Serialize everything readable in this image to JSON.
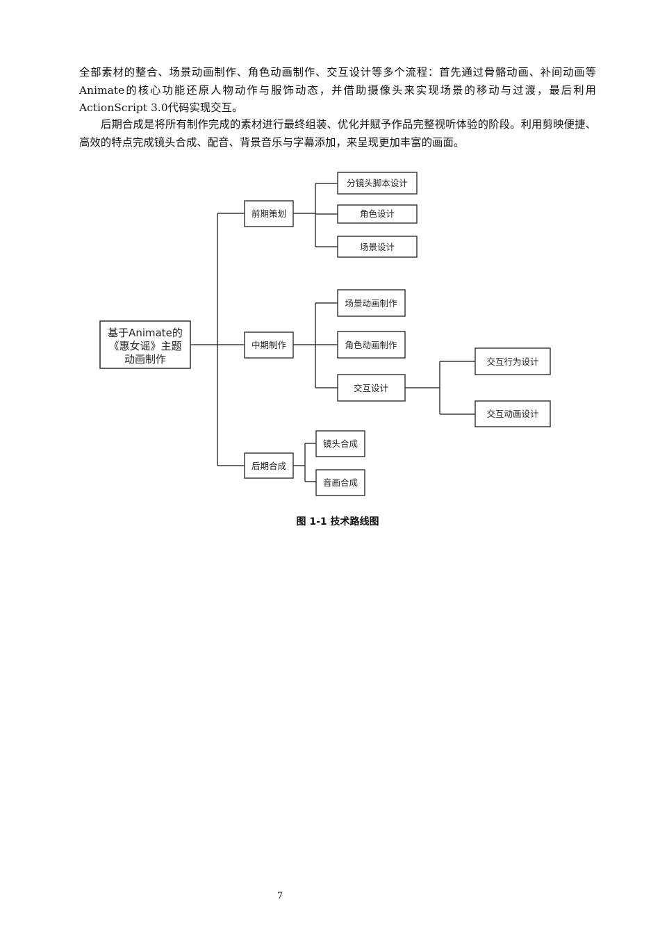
{
  "paragraphs": [
    "全部素材的整合、场景动画制作、角色动画制作、交互设计等多个流程：首先通过骨骼动画、补间动画等Animate的核心功能还原人物动作与服饰动态，并借助摄像头来实现场景的移动与过渡，最后利用ActionScript 3.0代码实现交互。",
    "后期合成是将所有制作完成的素材进行最终组装、优化并赋予作品完整视听体验的阶段。利用剪映便捷、高效的特点完成镜头合成、配音、背景音乐与字幕添加，来呈现更加丰富的画面。"
  ],
  "diagram": {
    "root": {
      "lines": [
        "基于Animate的",
        "《惠女谣》主题",
        "动画制作"
      ]
    },
    "stages": [
      {
        "label": "前期策划",
        "children": [
          {
            "label": "分镜头脚本设计"
          },
          {
            "label": "角色设计"
          },
          {
            "label": "场景设计"
          }
        ]
      },
      {
        "label": "中期制作",
        "children": [
          {
            "label": "场景动画制作"
          },
          {
            "label": "角色动画制作"
          },
          {
            "label": "交互设计",
            "children": [
              {
                "label": "交互行为设计"
              },
              {
                "label": "交互动画设计"
              }
            ]
          }
        ]
      },
      {
        "label": "后期合成",
        "children": [
          {
            "label": "镜头合成"
          },
          {
            "label": "音画合成"
          }
        ]
      }
    ]
  },
  "caption": "图 1-1 技术路线图",
  "page_number": "7"
}
